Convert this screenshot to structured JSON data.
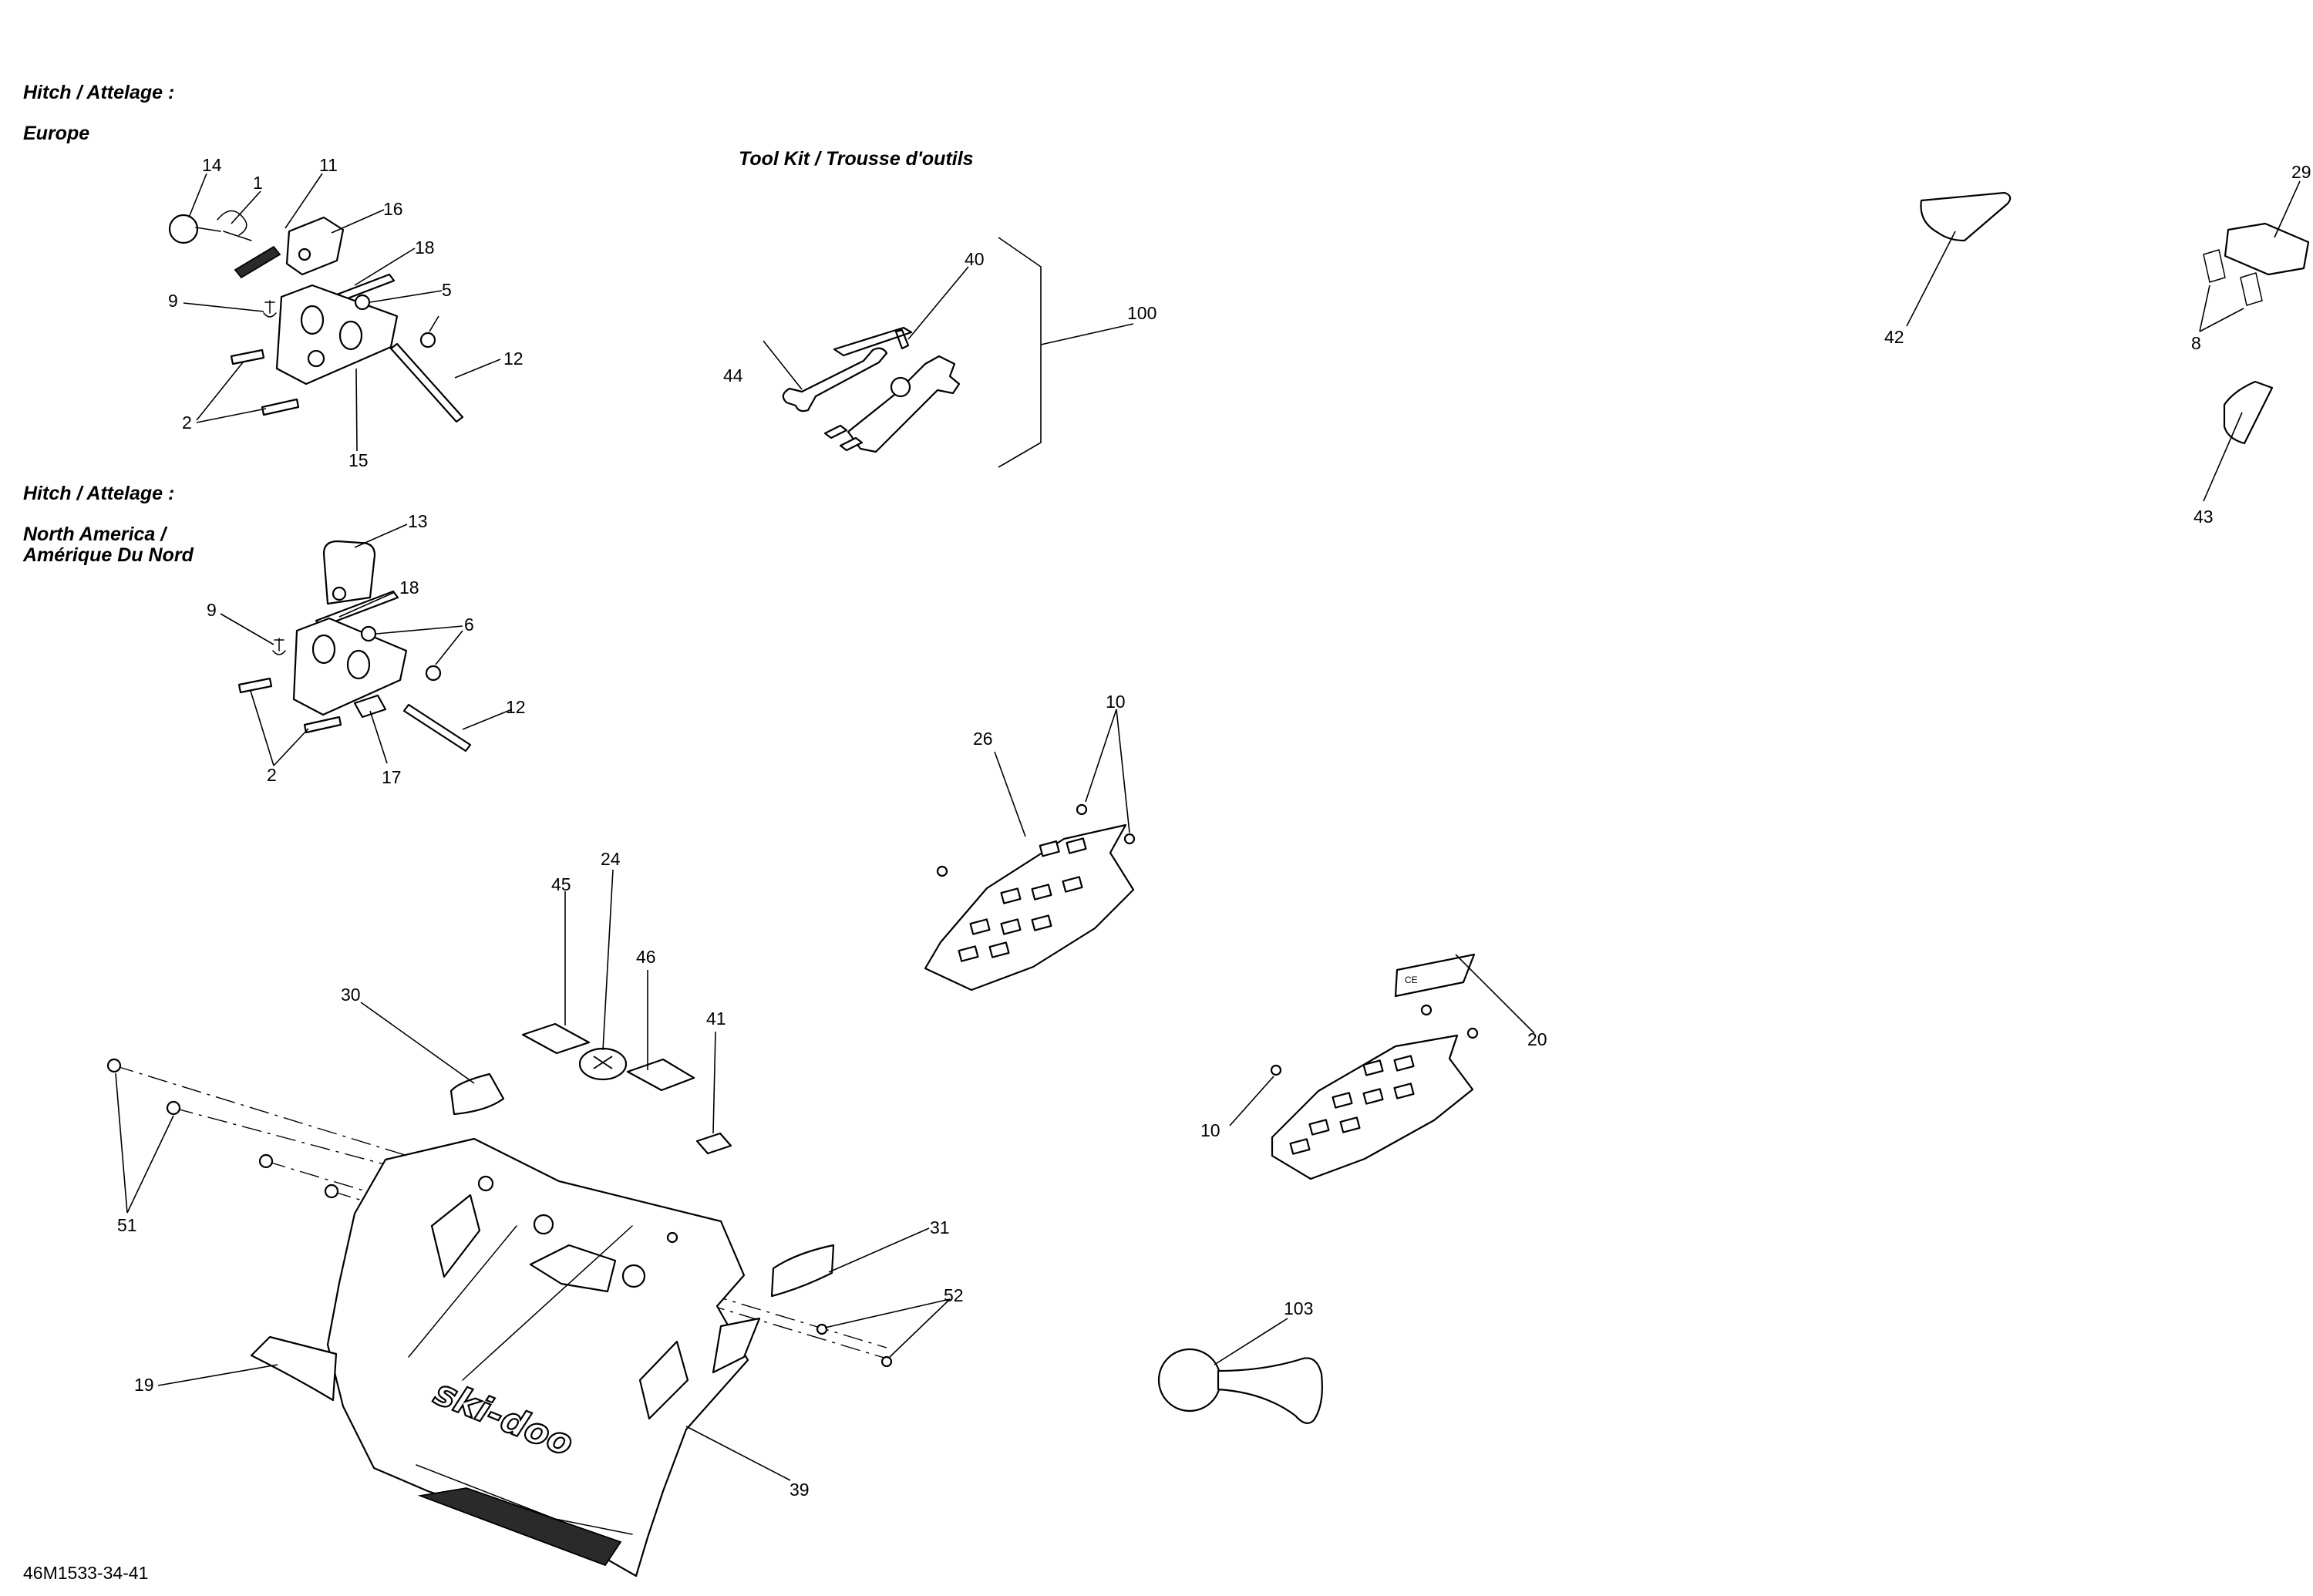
{
  "headers": {
    "hitch_europe_title": "Hitch / Attelage :",
    "hitch_europe_region": "Europe",
    "hitch_na_title": "Hitch / Attelage :",
    "hitch_na_region_line1": "North America /",
    "hitch_na_region_line2": "Amérique Du Nord",
    "tool_kit": "Tool Kit / Trousse d'outils"
  },
  "figure_id": "46M1533-34-41",
  "callouts": {
    "eu_14": "14",
    "eu_1": "1",
    "eu_11": "11",
    "eu_16": "16",
    "eu_18": "18",
    "eu_9": "9",
    "eu_5": "5",
    "eu_12": "12",
    "eu_2": "2",
    "eu_15": "15",
    "na_13": "13",
    "na_18": "18",
    "na_9": "9",
    "na_6": "6",
    "na_12": "12",
    "na_2": "2",
    "na_17": "17",
    "tk_40": "40",
    "tk_100": "100",
    "tk_44": "44",
    "r_42": "42",
    "r_29": "29",
    "r_8": "8",
    "r_43": "43",
    "c_10a": "10",
    "c_26": "26",
    "c_24": "24",
    "c_45": "45",
    "c_46": "46",
    "c_30": "30",
    "c_41": "41",
    "c_20": "20",
    "c_10b": "10",
    "c_51": "51",
    "c_31": "31",
    "c_52": "52",
    "c_19": "19",
    "c_39": "39",
    "c_103": "103"
  },
  "logo_text": "ski-doo"
}
